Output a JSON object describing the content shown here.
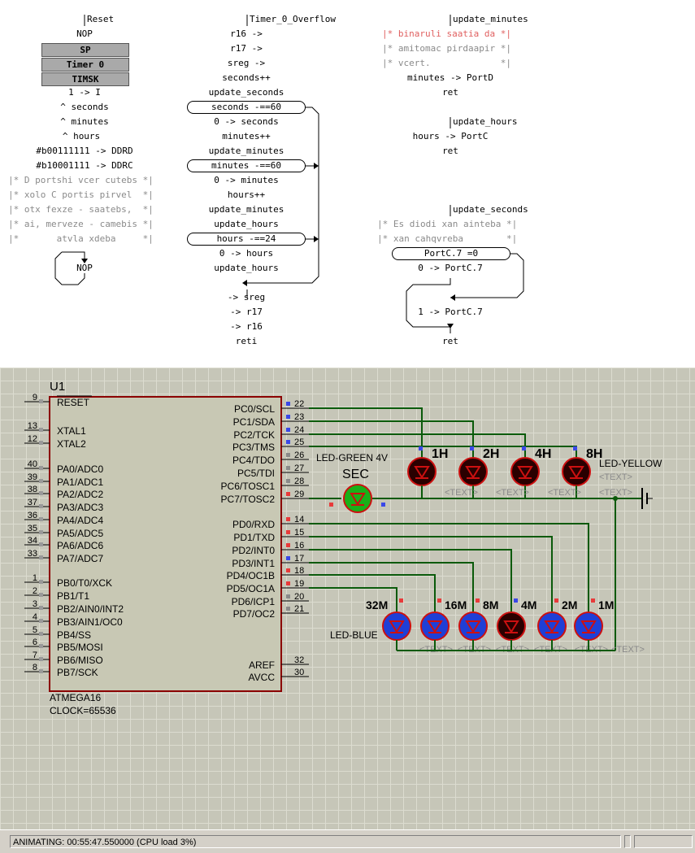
{
  "flowchart": {
    "reset": {
      "title": "Reset",
      "items": [
        "NOP",
        "1 -> I",
        "^ seconds",
        "^ minutes",
        "^ hours",
        "#b00111111 -> DDRD",
        "#b10001111 -> DDRC",
        "NOP"
      ],
      "boxes": [
        "SP",
        "Timer 0",
        "TIMSK"
      ],
      "comments": [
        "|* D portshi vcer cutebs *|",
        "|* xolo C portis pirvel  *|",
        "|* otx fexze - saatebs,  *|",
        "|* ai, merveze - camebis *|",
        "|*       atvla xdeba     *|"
      ]
    },
    "timer": {
      "title": "Timer_0_Overflow",
      "items": [
        "r16 ->",
        "r17 ->",
        "sreg ->",
        "seconds++",
        "update_seconds",
        "0 -> seconds",
        "minutes++",
        "update_minutes",
        "0 -> minutes",
        "hours++",
        "update_minutes",
        "update_hours",
        "0 -> hours",
        "update_hours",
        "-> sreg",
        "-> r17",
        "-> r16",
        "reti"
      ],
      "conditions": [
        "seconds -==60",
        "minutes -==60",
        "hours -==24"
      ]
    },
    "update_minutes": {
      "title": "update_minutes",
      "comments": [
        "|* binaruli saatia da *|",
        "|* amitomac pirdaapir *|",
        "|* vcert.             *|"
      ],
      "items": [
        "minutes -> PortD",
        "ret"
      ]
    },
    "update_hours": {
      "title": "update_hours",
      "items": [
        "hours -> PortC",
        "ret"
      ]
    },
    "update_seconds": {
      "title": "update_seconds",
      "comments": [
        "|* Es diodi xan ainteba *|",
        "|* xan cahqvreba        *|"
      ],
      "condition": "PortC.7 =0",
      "items": [
        "0 -> PortC.7",
        "1 -> PortC.7",
        "ret"
      ]
    }
  },
  "schematic": {
    "chip": {
      "ref": "U1",
      "name": "ATMEGA16",
      "clock": "CLOCK=65536",
      "left_pins": [
        {
          "num": "9",
          "label": "RESET"
        },
        {
          "num": "13",
          "label": "XTAL1"
        },
        {
          "num": "12",
          "label": "XTAL2"
        },
        {
          "num": "40",
          "label": "PA0/ADC0"
        },
        {
          "num": "39",
          "label": "PA1/ADC1"
        },
        {
          "num": "38",
          "label": "PA2/ADC2"
        },
        {
          "num": "37",
          "label": "PA3/ADC3"
        },
        {
          "num": "36",
          "label": "PA4/ADC4"
        },
        {
          "num": "35",
          "label": "PA5/ADC5"
        },
        {
          "num": "34",
          "label": "PA6/ADC6"
        },
        {
          "num": "33",
          "label": "PA7/ADC7"
        },
        {
          "num": "1",
          "label": "PB0/T0/XCK"
        },
        {
          "num": "2",
          "label": "PB1/T1"
        },
        {
          "num": "3",
          "label": "PB2/AIN0/INT2"
        },
        {
          "num": "4",
          "label": "PB3/AIN1/OC0"
        },
        {
          "num": "5",
          "label": "PB4/SS"
        },
        {
          "num": "6",
          "label": "PB5/MOSI"
        },
        {
          "num": "7",
          "label": "PB6/MISO"
        },
        {
          "num": "8",
          "label": "PB7/SCK"
        }
      ],
      "right_pins": [
        {
          "num": "22",
          "label": "PC0/SCL",
          "state": "blue"
        },
        {
          "num": "23",
          "label": "PC1/SDA",
          "state": "blue"
        },
        {
          "num": "24",
          "label": "PC2/TCK",
          "state": "blue"
        },
        {
          "num": "25",
          "label": "PC3/TMS",
          "state": "blue"
        },
        {
          "num": "26",
          "label": "PC4/TDO",
          "state": "grey"
        },
        {
          "num": "27",
          "label": "PC5/TDI",
          "state": "grey"
        },
        {
          "num": "28",
          "label": "PC6/TOSC1",
          "state": "grey"
        },
        {
          "num": "29",
          "label": "PC7/TOSC2",
          "state": "red"
        },
        {
          "num": "14",
          "label": "PD0/RXD",
          "state": "red"
        },
        {
          "num": "15",
          "label": "PD1/TXD",
          "state": "red"
        },
        {
          "num": "16",
          "label": "PD2/INT0",
          "state": "red"
        },
        {
          "num": "17",
          "label": "PD3/INT1",
          "state": "blue"
        },
        {
          "num": "18",
          "label": "PD4/OC1B",
          "state": "red"
        },
        {
          "num": "19",
          "label": "PD5/OC1A",
          "state": "red"
        },
        {
          "num": "20",
          "label": "PD6/ICP1",
          "state": "grey"
        },
        {
          "num": "21",
          "label": "PD7/OC2",
          "state": "grey"
        },
        {
          "num": "32",
          "label": "AREF",
          "state": "none"
        },
        {
          "num": "30",
          "label": "AVCC",
          "state": "none"
        }
      ]
    },
    "hour_leds": [
      {
        "label": "8H",
        "lit": false
      },
      {
        "label": "4H",
        "lit": false
      },
      {
        "label": "2H",
        "lit": false
      },
      {
        "label": "1H",
        "lit": false
      }
    ],
    "minute_leds": [
      {
        "label": "32M",
        "lit": true
      },
      {
        "label": "16M",
        "lit": true
      },
      {
        "label": "8M",
        "lit": true
      },
      {
        "label": "4M",
        "lit": false
      },
      {
        "label": "2M",
        "lit": true
      },
      {
        "label": "1M",
        "lit": true
      }
    ],
    "sec_led": {
      "label": "SEC",
      "part": "LED-GREEN 4V",
      "lit": true
    },
    "yellow_label": "LED-YELLOW",
    "blue_label": "LED-BLUE",
    "text_placeholder": "<TEXT>",
    "colors": {
      "lit_blue": "#1f3fd6",
      "off_red": "#2a0000",
      "led_red_ring": "#cc1010",
      "green": "#19b019",
      "wire": "#0a5a0a",
      "chip_fill": "#c8c8b4",
      "chip_border": "#8b0000"
    }
  },
  "status": {
    "text": "ANIMATING: 00:55:47.550000 (CPU load 3%)"
  }
}
